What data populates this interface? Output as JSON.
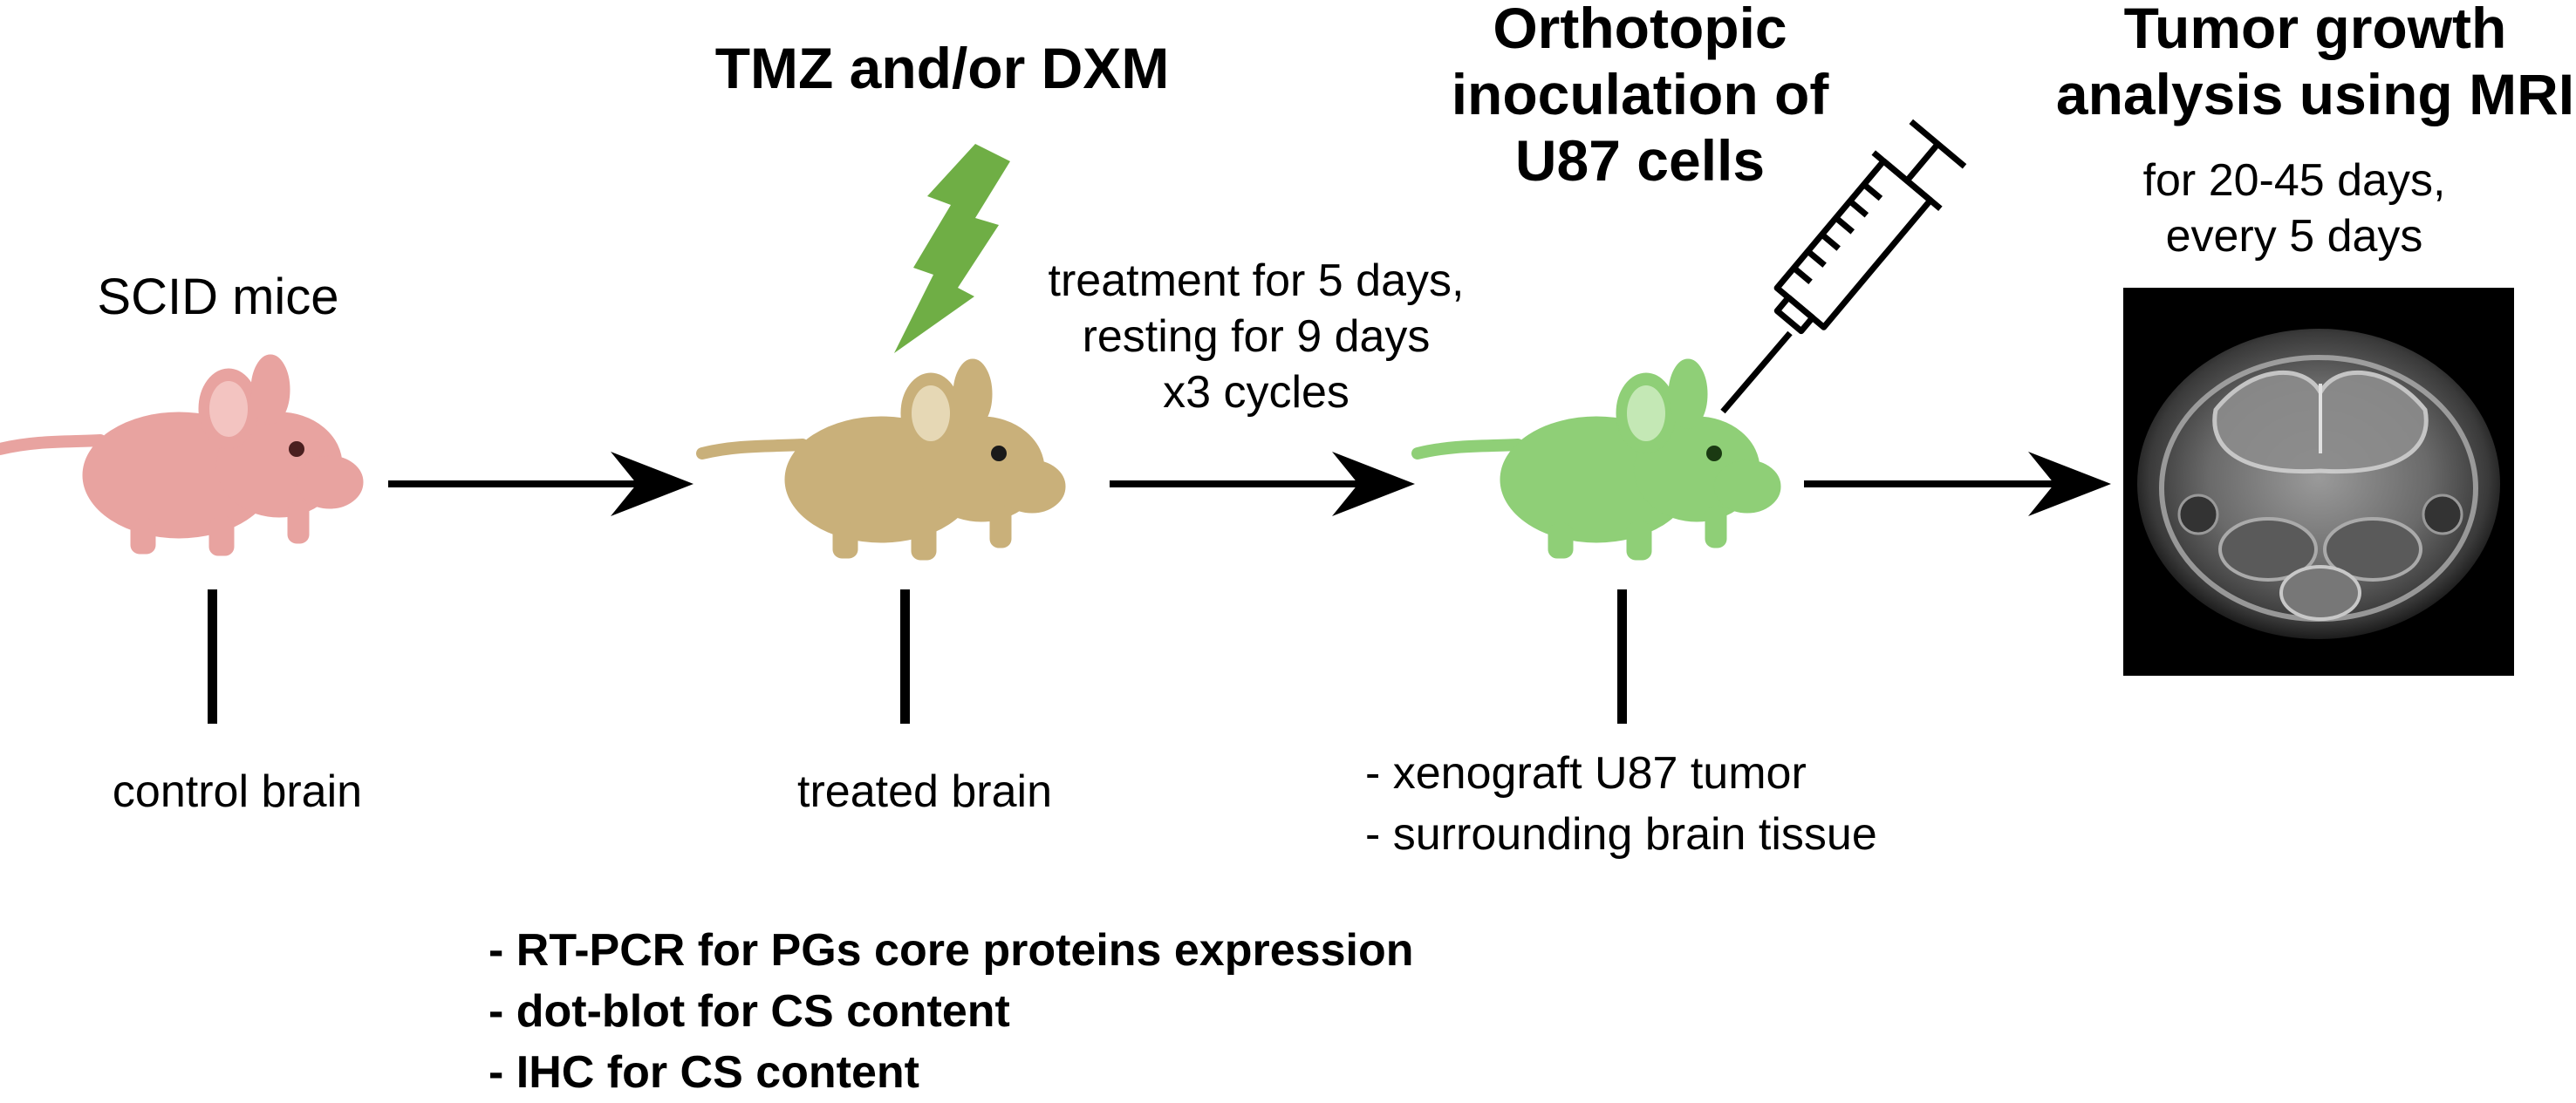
{
  "stage1": {
    "title": "SCID mice",
    "sample": "control brain"
  },
  "stage2": {
    "title": "TMZ and/or DXM",
    "sample": "treated brain",
    "schedule": [
      "treatment for 5 days,",
      "resting for 9 days",
      "x3 cycles"
    ]
  },
  "stage3": {
    "title": [
      "Orthotopic",
      "inoculation of",
      "U87 cells"
    ],
    "samples": [
      "- xenograft U87 tumor",
      "- surrounding brain tissue"
    ]
  },
  "stage4": {
    "title": [
      "Tumor growth",
      "analysis using MRI"
    ],
    "schedule": [
      "for 20-45 days,",
      "every 5 days"
    ]
  },
  "analyses": [
    "- RT-PCR for PGs core proteins expression",
    "- dot-blot for CS content",
    "- IHC for CS content"
  ],
  "colors": {
    "mouse_control": "#e8a3a0",
    "mouse_treated": "#c9b07a",
    "mouse_inoculated": "#8fcf77",
    "lightning": "#6fae45",
    "mri_background": "#000000"
  },
  "icons": [
    "mouse-icon",
    "lightning-icon",
    "syringe-icon",
    "mri-scan-image",
    "arrow-right-icon"
  ]
}
